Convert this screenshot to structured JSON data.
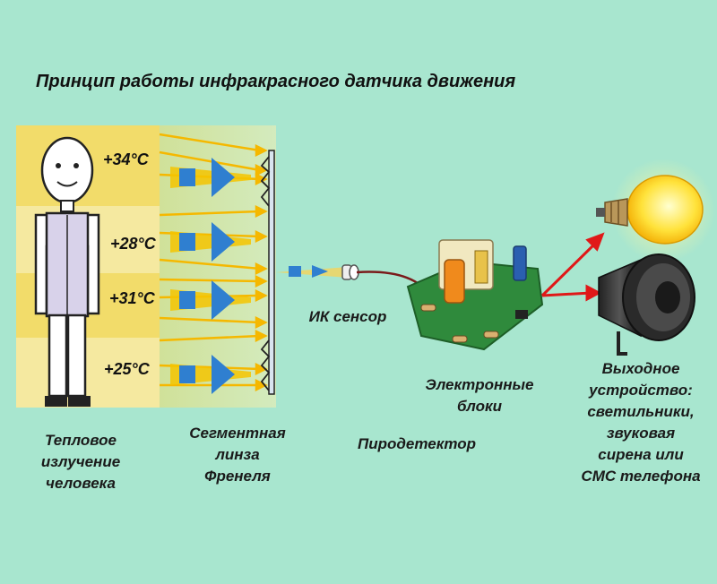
{
  "title": "Принцип работы инфракрасного датчика движения",
  "temperatures": [
    "+34°C",
    "+28°C",
    "+31°C",
    "+25°C"
  ],
  "labels": {
    "human": [
      "Тепловое",
      "излучение",
      "человека"
    ],
    "lens": [
      "Сегментная",
      "линза",
      "Френеля"
    ],
    "sensor": "ИК сенсор",
    "pyro": "Пиродетектор",
    "electronics": [
      "Электронные",
      "блоки"
    ],
    "output": [
      "Выходное",
      "устройство:",
      "светильники,",
      "звуковая",
      "сирена или",
      "СМС телефона"
    ]
  },
  "colors": {
    "background": "#a8e6cf",
    "band_yellow": "#f3e27a",
    "arrow_yellow": "#f5b800",
    "block_blue": "#2f7fd0",
    "red_arrow": "#e01818"
  }
}
